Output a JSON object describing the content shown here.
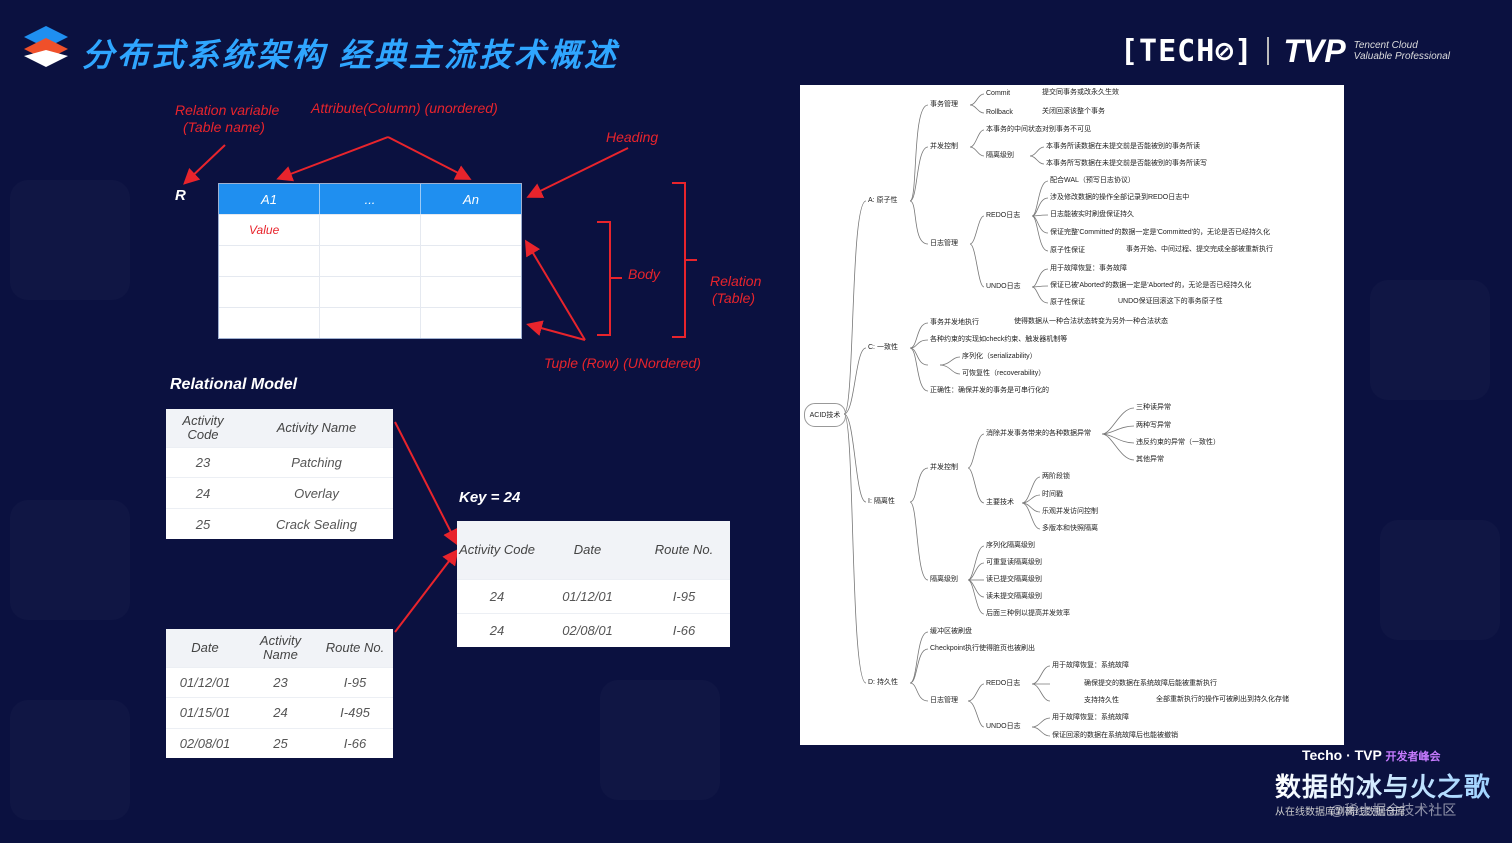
{
  "slide": {
    "title": "分布式系统架构  经典主流技术概述",
    "brand_techo": "[TECH⊘]",
    "brand_tvp": "TVP",
    "brand_tc_line1": "Tencent Cloud",
    "brand_tc_line2": "Valuable Professional"
  },
  "relation_diagram": {
    "label_relation_variable": "Relation variable",
    "label_table_name": "(Table name)",
    "label_attribute": "Attribute(Column) (unordered)",
    "label_heading": "Heading",
    "label_r": "R",
    "header_cells": [
      "A1",
      "...",
      "An"
    ],
    "value_cell": "Value",
    "label_body": "Body",
    "label_relation": "Relation",
    "label_table": "(Table)",
    "label_tuple": "Tuple (Row) (UNordered)"
  },
  "relational_model": {
    "title": "Relational Model",
    "key_label": "Key = 24",
    "activity_table": {
      "headers": [
        "Activity Code",
        "Activity Name"
      ],
      "rows": [
        [
          "23",
          "Patching"
        ],
        [
          "24",
          "Overlay"
        ],
        [
          "25",
          "Crack Sealing"
        ]
      ]
    },
    "route_table": {
      "headers": [
        "Date",
        "Activity Name",
        "Route No."
      ],
      "rows": [
        [
          "01/12/01",
          "23",
          "I-95"
        ],
        [
          "01/15/01",
          "24",
          "I-495"
        ],
        [
          "02/08/01",
          "25",
          "I-66"
        ]
      ]
    },
    "result_table": {
      "headers": [
        "Activity Code",
        "Date",
        "Route No."
      ],
      "rows": [
        [
          "24",
          "01/12/01",
          "I-95"
        ],
        [
          "24",
          "02/08/01",
          "I-66"
        ]
      ]
    }
  },
  "mindmap": {
    "root": "ACID技术",
    "branches": {
      "a": "A: 原子性",
      "c": "C: 一致性",
      "i": "I: 隔离性",
      "d": "D: 持久性"
    },
    "a_nodes": {
      "tx": "事务管理",
      "commit": "Commit",
      "commit_desc": "提交同事务或改永久生效",
      "rollback": "Rollback",
      "rollback_desc": "关闭回滚该整个事务",
      "cc": "并发控制",
      "cc_desc": "本事务的中间状态对别事务不可见",
      "iso": "隔离级别",
      "iso1": "本事务所读数据在未提交前是否能被别的事务所读",
      "iso2": "本事务所写数据在未提交前是否能被别的事务所读写",
      "log": "日志管理",
      "redo": "REDO日志",
      "redo1": "配合WAL（预写日志协议）",
      "redo2": "涉及修改数据的操作全部记录到REDO日志中",
      "redo3": "日志能被实时刷盘保证持久",
      "redo4": "保证完整'Committed'的数据一定是'Committed'的，无论是否已经持久化",
      "redo5_k": "原子性保证",
      "redo5_v": "事务开始、中间过程、提交完成全部被重新执行",
      "undo": "UNDO日志",
      "undo1": "用于故障恢复：事务故障",
      "undo2": "保证已被'Aborted'的数据一定是'Aborted'的，无论是否已经持久化",
      "undo3_k": "原子性保证",
      "undo3_v": "UNDO保证回滚这下的事务原子性"
    },
    "c_nodes": {
      "c1": "事务并发地执行",
      "c1_desc": "使得数据从一种合法状态转变为另外一种合法状态",
      "c2": "各种约束的实现如check约束、触发器机制等",
      "c3": "序列化（serializability）",
      "c4": "可恢复性（recoverability）",
      "c5": "正确性：确保并发的事务是可串行化的"
    },
    "i_nodes": {
      "cc": "并发控制",
      "anomaly": "消除并发事务带来的各种数据异常",
      "an1": "三种读异常",
      "an2": "两种写异常",
      "an3": "违反约束的异常（一致性）",
      "an4": "其他异常",
      "tech": "主要技术",
      "t1": "两阶段锁",
      "t2": "时间戳",
      "t3": "乐观并发访问控制",
      "t4": "多版本和快照隔离",
      "lvl": "隔离级别",
      "l1": "序列化隔离级别",
      "l2": "可重复读隔离级别",
      "l3": "读已提交隔离级别",
      "l4": "读未提交隔离级别",
      "l5": "后面三种例以提高并发效率"
    },
    "d_nodes": {
      "d1": "缓冲区被刷盘",
      "d2": "Checkpoint执行使得脏页也被刷出",
      "log": "日志管理",
      "redo": "REDO日志",
      "redo1": "用于故障恢复：系统故障",
      "redo2": "确保提交的数据在系统故障后能被重新执行",
      "redo3_k": "支持持久性",
      "redo3_v": "全部重新执行的操作可被刷出到持久化存储",
      "undo": "UNDO日志",
      "undo1": "用于故障恢复：系统故障",
      "undo2": "保证回滚的数据在系统故障后也能被撤销"
    }
  },
  "bottom_logo": {
    "top": "Techo · TVP",
    "top_tag": "开发者峰会",
    "main": "数据的冰与火之歌",
    "sub": "从在线数据库到离线数据仓库"
  },
  "watermark": "@稀土掘金技术社区",
  "colors": {
    "accent": "#1f8ff0",
    "title": "#2fa6ff",
    "annotation": "#e8242c",
    "background": "#0b1140"
  }
}
